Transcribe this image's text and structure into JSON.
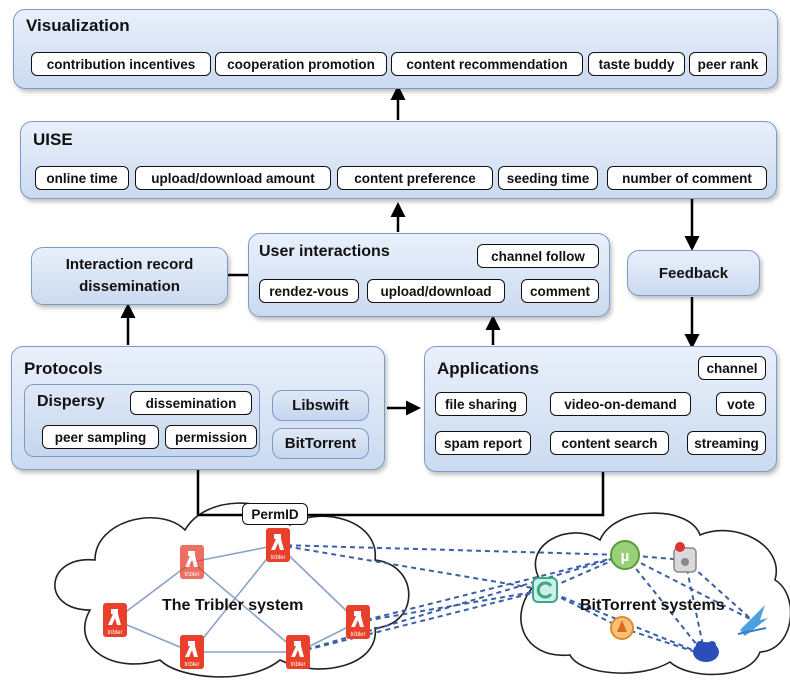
{
  "visualization": {
    "title": "Visualization",
    "items": [
      "contribution incentives",
      "cooperation promotion",
      "content recommendation",
      "taste buddy",
      "peer rank"
    ]
  },
  "uise": {
    "title": "UISE",
    "items": [
      "online time",
      "upload/download amount",
      "content preference",
      "seeding time",
      "number of comment"
    ]
  },
  "interaction_record": {
    "label": "Interaction record\ndissemination"
  },
  "user_interactions": {
    "title": "User interactions",
    "items": [
      "channel follow",
      "rendez-vous",
      "upload/download",
      "comment"
    ]
  },
  "feedback": {
    "label": "Feedback"
  },
  "protocols": {
    "title": "Protocols",
    "dispersy": {
      "title": "Dispersy",
      "items": [
        "dissemination",
        "peer sampling",
        "permission"
      ]
    },
    "libswift": "Libswift",
    "bittorrent": "BitTorrent"
  },
  "applications": {
    "title": "Applications",
    "items": [
      "channel",
      "file sharing",
      "video-on-demand",
      "vote",
      "spam report",
      "content search",
      "streaming"
    ]
  },
  "permid": "PermID",
  "tribler_cloud": {
    "label": "The Tribler system",
    "logo_text": "tribler"
  },
  "bittorrent_cloud": {
    "label": "BitTorrent systems"
  },
  "colors": {
    "panel_border": "#7a9cc6",
    "tribler_red": "#e8402a",
    "dashed_line": "#3b5fa6"
  }
}
